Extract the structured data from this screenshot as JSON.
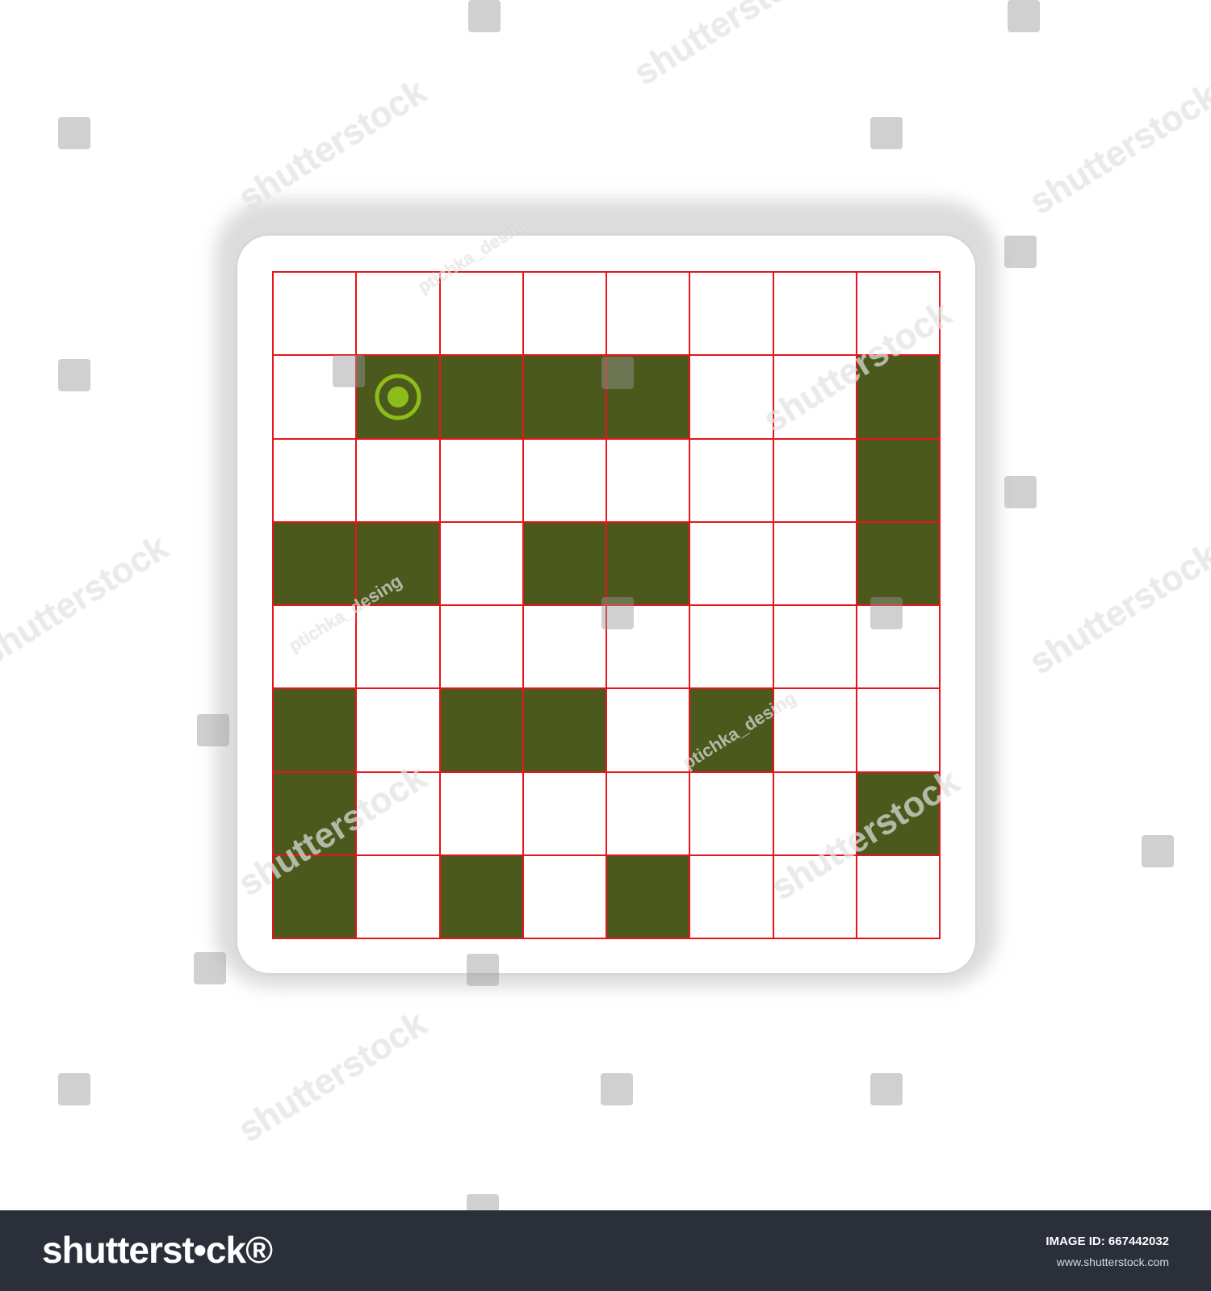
{
  "puzzle": {
    "rows": 8,
    "cols": 8,
    "filled_color": "#4b5a1c",
    "line_color": "#e8141c",
    "start_marker": {
      "row": 1,
      "col": 1,
      "icon": "target-icon",
      "color": "#8dbd1a"
    },
    "filled_cells": [
      [
        1,
        1
      ],
      [
        1,
        2
      ],
      [
        1,
        3
      ],
      [
        1,
        4
      ],
      [
        1,
        7
      ],
      [
        2,
        7
      ],
      [
        3,
        0
      ],
      [
        3,
        1
      ],
      [
        3,
        3
      ],
      [
        3,
        4
      ],
      [
        3,
        7
      ],
      [
        5,
        0
      ],
      [
        5,
        2
      ],
      [
        5,
        3
      ],
      [
        5,
        5
      ],
      [
        6,
        0
      ],
      [
        6,
        7
      ],
      [
        7,
        0
      ],
      [
        7,
        2
      ],
      [
        7,
        4
      ]
    ]
  },
  "watermarks": {
    "site": "shutterstock",
    "author": "ptichka_desing"
  },
  "footer": {
    "logo_text": "shutterst•ck®",
    "image_id": "IMAGE ID: 667442032",
    "url": "www.shutterstock.com"
  }
}
